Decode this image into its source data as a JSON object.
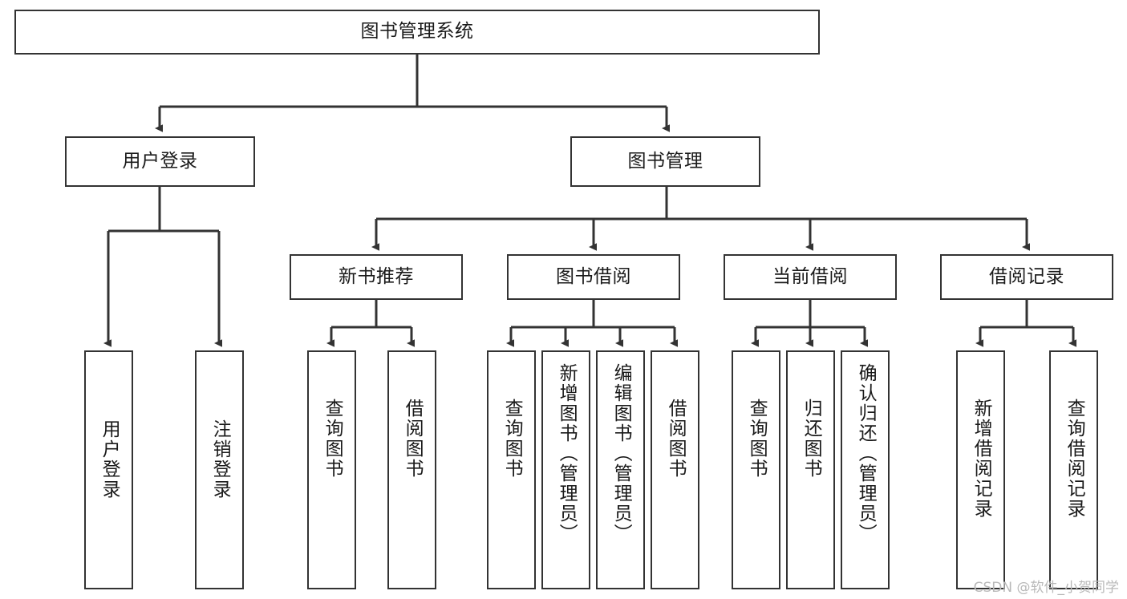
{
  "diagram": {
    "title": "图书管理系统",
    "type": "tree",
    "orientation": "top-down",
    "colors": {
      "box_border": "#333333",
      "box_fill": "#ffffff",
      "edge": "#333333",
      "text": "#1a1a1a",
      "watermark": "#b9b9b9",
      "background": "#ffffff"
    },
    "watermark": "CSDN @软件_小贺同学",
    "levels": {
      "root": {
        "label": "图书管理系统"
      },
      "level2": [
        {
          "id": "user-login",
          "label": "用户登录"
        },
        {
          "id": "book-management",
          "label": "图书管理"
        }
      ],
      "level3": [
        {
          "id": "new-book-recommend",
          "label": "新书推荐",
          "parent": "book-management"
        },
        {
          "id": "book-borrow",
          "label": "图书借阅",
          "parent": "book-management"
        },
        {
          "id": "current-borrow",
          "label": "当前借阅",
          "parent": "book-management"
        },
        {
          "id": "borrow-record",
          "label": "借阅记录",
          "parent": "book-management"
        }
      ],
      "leaves": [
        {
          "id": "leaf-user-login",
          "label": "用户登录",
          "parent": "user-login"
        },
        {
          "id": "leaf-logout-login",
          "label": "注销登录",
          "parent": "user-login"
        },
        {
          "id": "leaf-query-book-1",
          "label": "查询图书",
          "parent": "new-book-recommend"
        },
        {
          "id": "leaf-borrow-book-1",
          "label": "借阅图书",
          "parent": "new-book-recommend"
        },
        {
          "id": "leaf-query-book-2",
          "label": "查询图书",
          "parent": "book-borrow"
        },
        {
          "id": "leaf-add-book-admin",
          "label": "新增图书（管理员）",
          "parent": "book-borrow"
        },
        {
          "id": "leaf-edit-book-admin",
          "label": "编辑图书（管理员）",
          "parent": "book-borrow"
        },
        {
          "id": "leaf-borrow-book-2",
          "label": "借阅图书",
          "parent": "book-borrow"
        },
        {
          "id": "leaf-query-book-3",
          "label": "查询图书",
          "parent": "current-borrow"
        },
        {
          "id": "leaf-return-book",
          "label": "归还图书",
          "parent": "current-borrow"
        },
        {
          "id": "leaf-confirm-return-admin",
          "label": "确认归还（管理员）",
          "parent": "current-borrow"
        },
        {
          "id": "leaf-add-borrow-record",
          "label": "新增借阅记录",
          "parent": "borrow-record"
        },
        {
          "id": "leaf-query-borrow-record",
          "label": "查询借阅记录",
          "parent": "borrow-record"
        }
      ]
    }
  }
}
